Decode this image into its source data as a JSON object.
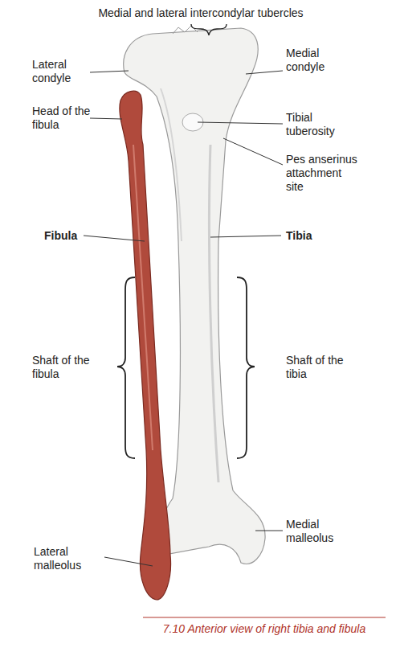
{
  "diagram": {
    "caption": "7.10 Anterior view of right tibia and fibula",
    "labels": [
      "Medial and lateral intercondylar tubercles",
      "Lateral condyle",
      "Medial condyle",
      "Head of the fibula",
      "Tibial tuberosity",
      "Pes anserinus attachment site",
      "Fibula",
      "Tibia",
      "Shaft of the fibula",
      "Shaft of the tibia",
      "Lateral malleolus",
      "Medial malleolus"
    ]
  }
}
